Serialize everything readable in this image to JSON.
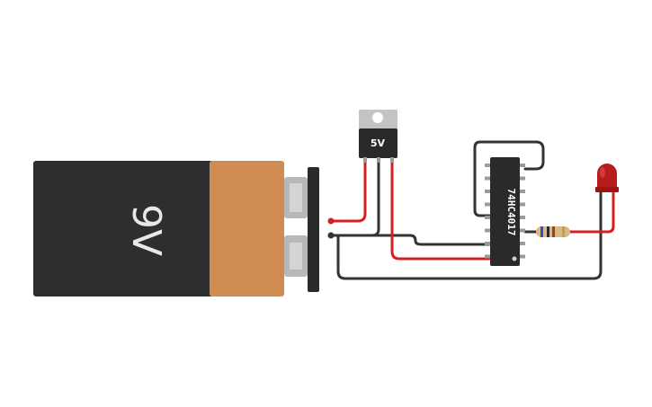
{
  "circuit": {
    "battery": {
      "label": "9V",
      "body_color": "#2e2e2e",
      "label_color": "#d08c50"
    },
    "regulator": {
      "label": "5V"
    },
    "ic": {
      "label": "74HC4017"
    },
    "led": {
      "color": "#b81d1d"
    },
    "wire_colors": {
      "positive": "#d42020",
      "ground": "#333333"
    }
  }
}
